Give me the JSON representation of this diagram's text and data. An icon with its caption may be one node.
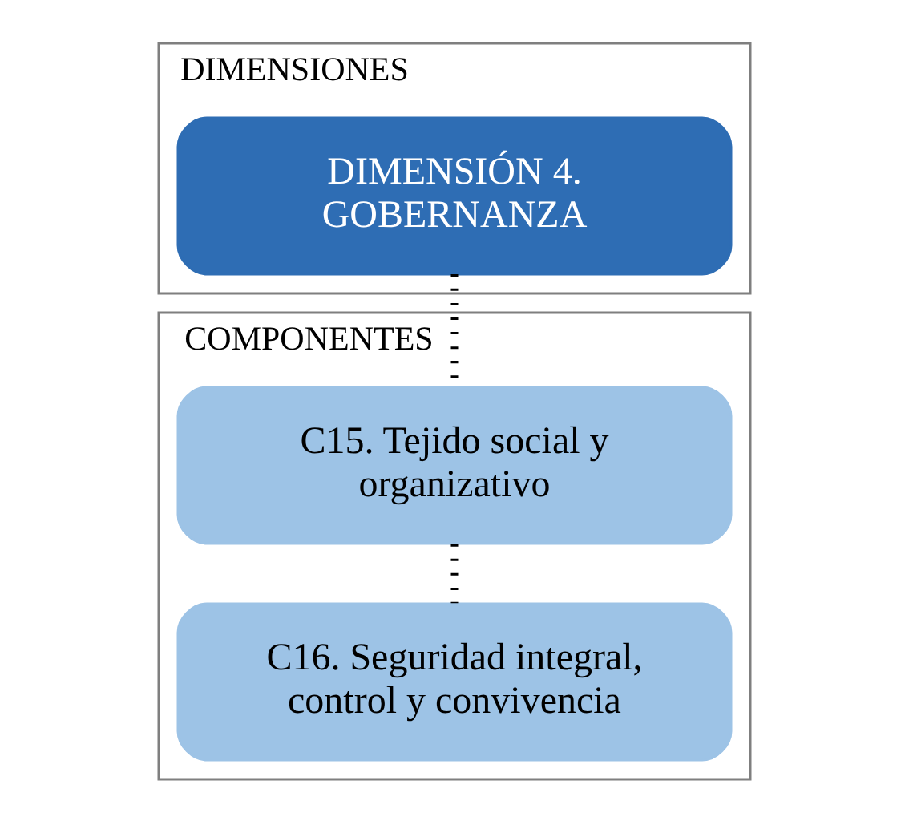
{
  "diagram": {
    "nodes": [
      {
        "text": [
          "DIMENSIONES"
        ]
      },
      {
        "text": [
          "DIMENSIÓN 4. GOBERNANZA"
        ],
        "in": 0
      },
      {
        "text": [
          "COMPONENTES"
        ]
      },
      {
        "text": [
          "C15. Tejido social y organizativo"
        ],
        "in": 2
      },
      {
        "text": [
          "C16. Seguridad integral, control y convivencia"
        ],
        "in": 2
      }
    ],
    "edges": [
      {
        "from": 1,
        "to": 3,
        "arrow": "none",
        "style": "dashed"
      },
      {
        "from": 3,
        "to": 4,
        "arrow": "none",
        "style": "dashed"
      }
    ]
  }
}
